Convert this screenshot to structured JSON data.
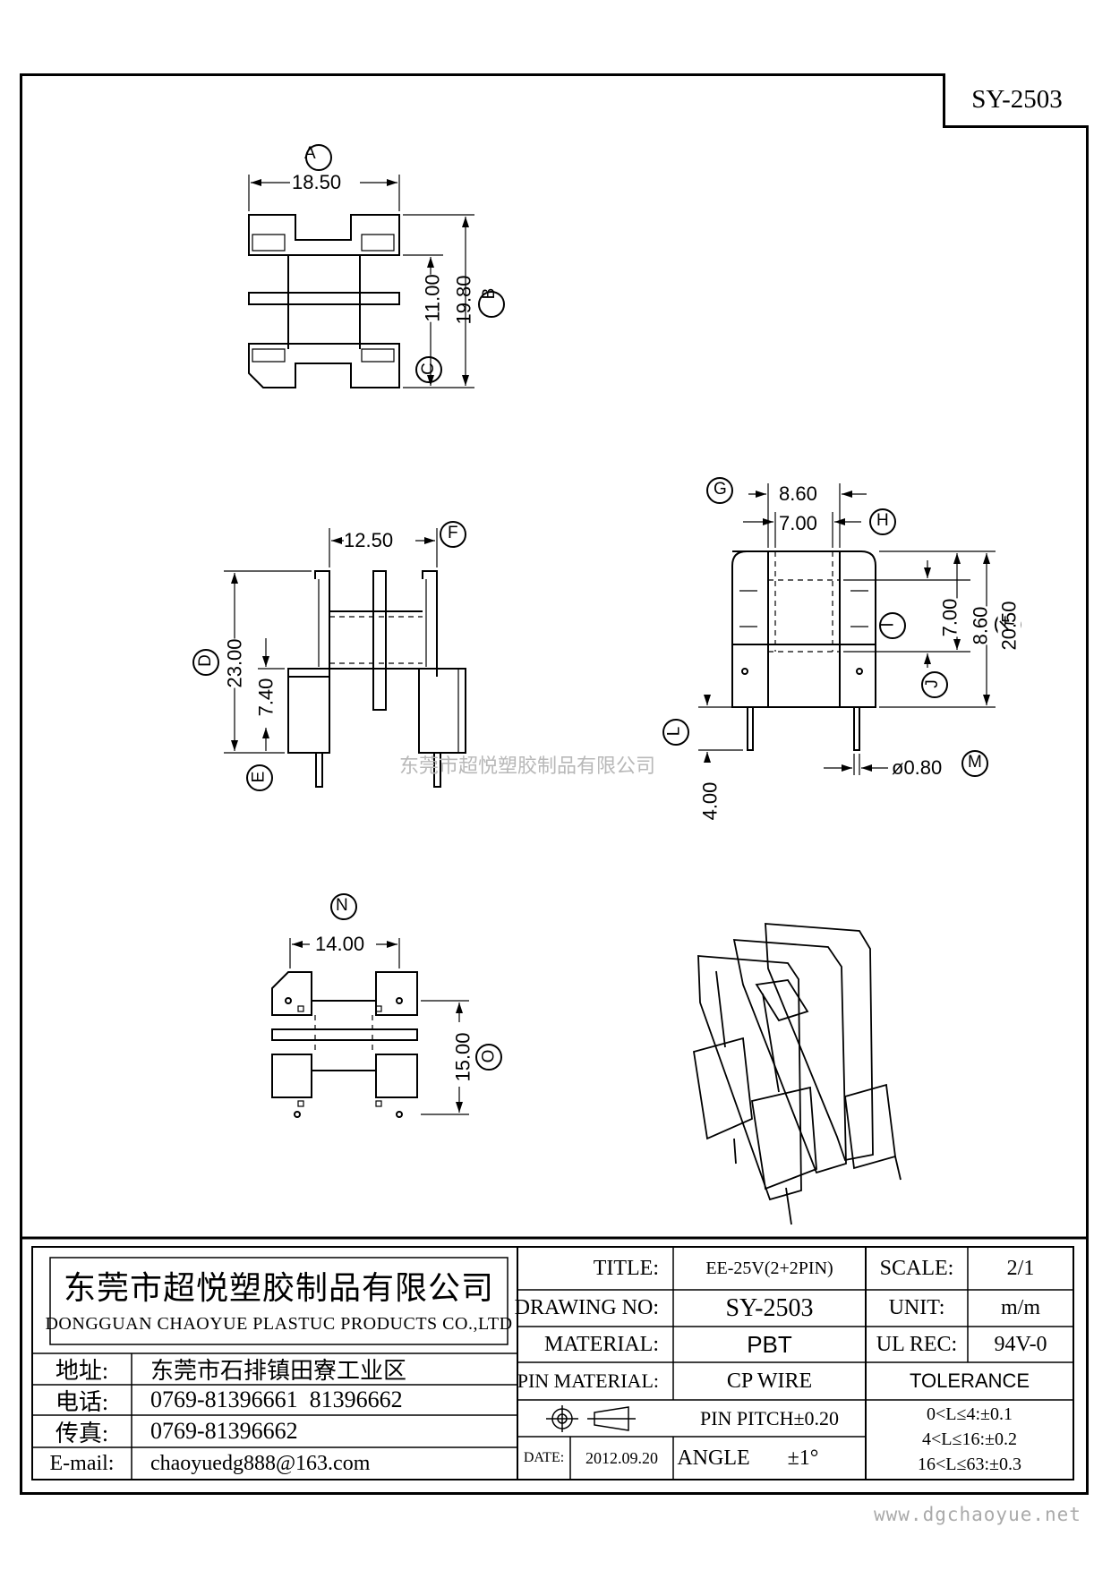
{
  "drawing_code": "SY-2503",
  "watermark": "东莞市超悦塑胶制品有限公司",
  "website": "www.dgchaoyue.net",
  "views": {
    "top": {
      "label_a": "A",
      "dim_a": "18.50",
      "label_b": "B",
      "dim_b": "19.80",
      "label_c": "C",
      "dim_c": "11.00"
    },
    "front": {
      "label_d": "D",
      "dim_d": "23.00",
      "label_e": "E",
      "dim_e": "7.40",
      "label_f": "F",
      "dim_f": "12.50"
    },
    "side": {
      "label_g": "G",
      "dim_g": "8.60",
      "label_h": "H",
      "dim_h": "7.00",
      "label_i": "I",
      "dim_i": "7.00",
      "label_j": "J",
      "dim_j": "8.60",
      "label_k": "K",
      "dim_k": "20.50",
      "label_l": "L",
      "dim_l": "4.00",
      "label_m": "M",
      "dim_m": "ø0.80"
    },
    "bottom": {
      "label_n": "N",
      "dim_n": "14.00",
      "label_o": "O",
      "dim_o": "15.00"
    }
  },
  "title_block": {
    "company_cn": "东莞市超悦塑胶制品有限公司",
    "company_en": "DONGGUAN CHAOYUE PLASTUC PRODUCTS CO.,LTD",
    "address_label": "地址:",
    "address": "东莞市石排镇田寮工业区",
    "phone_label": "电话:",
    "phone": "0769-81396661  81396662",
    "fax_label": "传真:",
    "fax": "0769-81396662",
    "email_label": "E-mail:",
    "email": "chaoyuedg888@163.com",
    "title_label": "TITLE:",
    "title": "EE-25V(2+2PIN)",
    "drawing_no_label": "DRAWING NO:",
    "drawing_no": "SY-2503",
    "material_label": "MATERIAL:",
    "material": "PBT",
    "pin_material_label": "PIN MATERIAL:",
    "pin_material": "CP WIRE",
    "pin_pitch": "PIN PITCH±0.20",
    "date_label": "DATE:",
    "date": "2012.09.20",
    "angle_label": "ANGLE",
    "angle": "±1°",
    "scale_label": "SCALE:",
    "scale": "2/1",
    "unit_label": "UNIT:",
    "unit": "m/m",
    "ul_label": "UL REC:",
    "ul": "94V-0",
    "tolerance_label": "TOLERANCE",
    "tolerances": [
      "0<L≤4:±0.1",
      "4<L≤16:±0.2",
      "16<L≤63:±0.3"
    ]
  }
}
